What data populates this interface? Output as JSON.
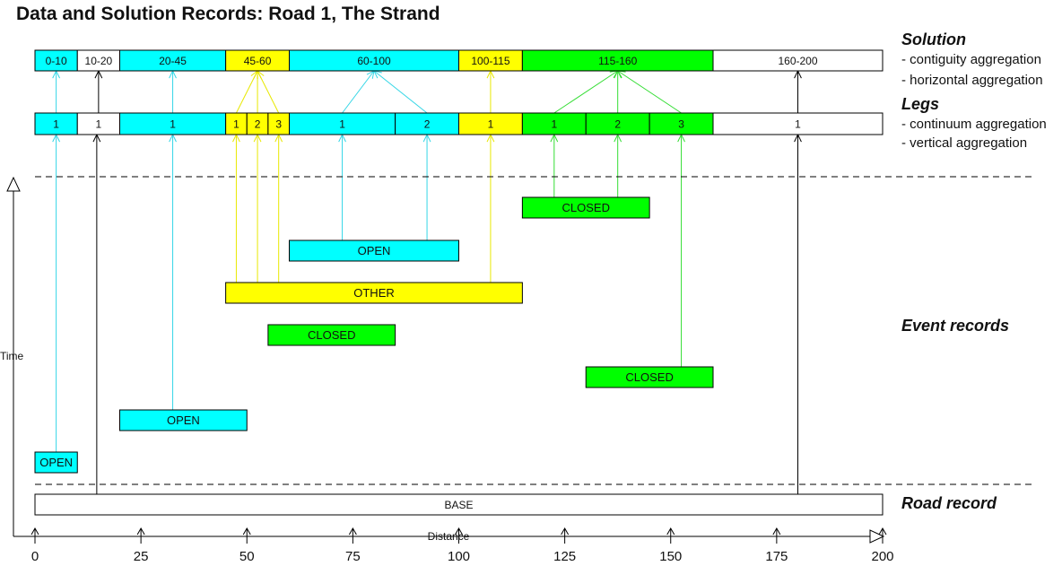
{
  "title": "Data and Solution Records: Road 1, The Strand",
  "colors": {
    "cyan": "#00ffff",
    "yellow": "#ffff00",
    "green": "#00ff00",
    "white": "#ffffff",
    "line_cyan": "#33d6e6",
    "line_yellow": "#e8e800",
    "line_green": "#33dd33",
    "black": "#000000"
  },
  "side_labels": {
    "solution": {
      "heading": "Solution",
      "notes": [
        "- contiguity aggregation",
        "- horizontal aggregation"
      ]
    },
    "legs": {
      "heading": "Legs",
      "notes": [
        "- continuum aggregation",
        "- vertical aggregation"
      ]
    },
    "events": {
      "heading": "Event records"
    },
    "road": {
      "heading": "Road record"
    }
  },
  "axis": {
    "time_label": "Time",
    "distance_label": "Distance",
    "ticks": [
      "0",
      "25",
      "50",
      "75",
      "100",
      "125",
      "150",
      "175",
      "200"
    ],
    "range": [
      0,
      200
    ]
  },
  "solution": [
    {
      "label": "0-10",
      "from": 0,
      "to": 10,
      "color": "cyan"
    },
    {
      "label": "10-20",
      "from": 10,
      "to": 20,
      "color": "white"
    },
    {
      "label": "20-45",
      "from": 20,
      "to": 45,
      "color": "cyan"
    },
    {
      "label": "45-60",
      "from": 45,
      "to": 60,
      "color": "yellow"
    },
    {
      "label": "60-100",
      "from": 60,
      "to": 100,
      "color": "cyan"
    },
    {
      "label": "100-115",
      "from": 100,
      "to": 115,
      "color": "yellow"
    },
    {
      "label": "115-160",
      "from": 115,
      "to": 160,
      "color": "green"
    },
    {
      "label": "160-200",
      "from": 160,
      "to": 200,
      "color": "white"
    }
  ],
  "legs": [
    {
      "label": "1",
      "from": 0,
      "to": 10,
      "color": "cyan"
    },
    {
      "label": "1",
      "from": 10,
      "to": 20,
      "color": "white"
    },
    {
      "label": "1",
      "from": 20,
      "to": 45,
      "color": "cyan"
    },
    {
      "label": "1",
      "from": 45,
      "to": 50,
      "color": "yellow"
    },
    {
      "label": "2",
      "from": 50,
      "to": 55,
      "color": "yellow"
    },
    {
      "label": "3",
      "from": 55,
      "to": 60,
      "color": "yellow"
    },
    {
      "label": "1",
      "from": 60,
      "to": 85,
      "color": "cyan"
    },
    {
      "label": "2",
      "from": 85,
      "to": 100,
      "color": "cyan"
    },
    {
      "label": "1",
      "from": 100,
      "to": 115,
      "color": "yellow"
    },
    {
      "label": "1",
      "from": 115,
      "to": 130,
      "color": "green"
    },
    {
      "label": "2",
      "from": 130,
      "to": 145,
      "color": "green"
    },
    {
      "label": "3",
      "from": 145,
      "to": 160,
      "color": "green"
    },
    {
      "label": "1",
      "from": 160,
      "to": 200,
      "color": "white"
    }
  ],
  "events": [
    {
      "label": "CLOSED",
      "from": 115,
      "to": 145,
      "color": "green"
    },
    {
      "label": "OPEN",
      "from": 60,
      "to": 100,
      "color": "cyan"
    },
    {
      "label": "OTHER",
      "from": 45,
      "to": 115,
      "color": "yellow"
    },
    {
      "label": "CLOSED",
      "from": 55,
      "to": 85,
      "color": "green"
    },
    {
      "label": "CLOSED",
      "from": 130,
      "to": 160,
      "color": "green"
    },
    {
      "label": "OPEN",
      "from": 20,
      "to": 50,
      "color": "cyan"
    },
    {
      "label": "OPEN",
      "from": 0,
      "to": 10,
      "color": "cyan"
    }
  ],
  "road": {
    "label": "BASE",
    "from": 0,
    "to": 200,
    "color": "white"
  }
}
